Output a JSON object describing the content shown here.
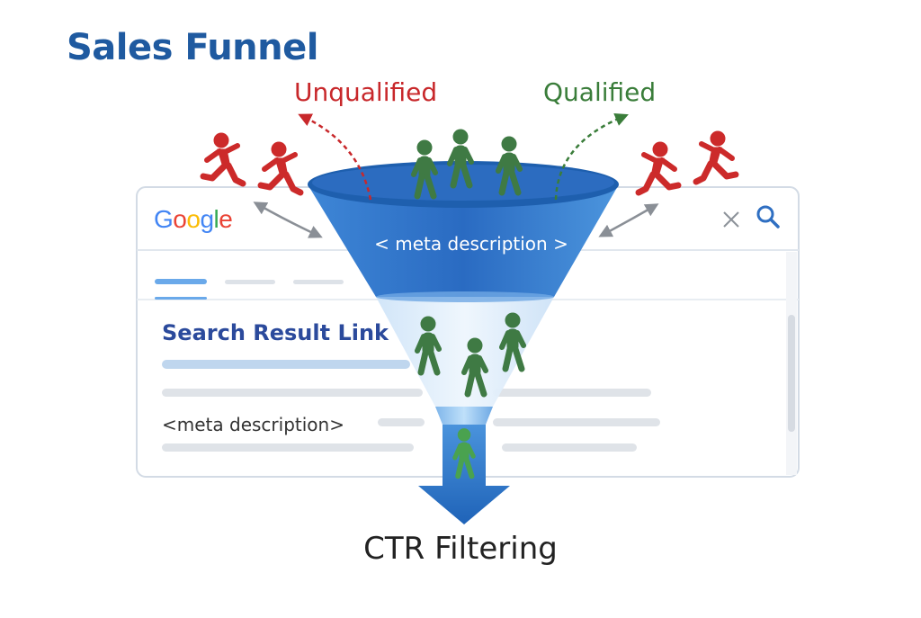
{
  "title": "Sales Funnel",
  "labels": {
    "unqualified": "Unqualified",
    "qualified": "Qualified",
    "ctr": "CTR Filtering"
  },
  "browser": {
    "logo": [
      "G",
      "o",
      "o",
      "g",
      "l",
      "e"
    ],
    "logo_colors": [
      "#4285F4",
      "#EA4335",
      "#FBBC05",
      "#4285F4",
      "#34A853",
      "#EA4335"
    ],
    "search_result_link": "Search Result Link",
    "meta_description": "<meta description>"
  },
  "funnel": {
    "meta_description": "< meta description >"
  },
  "colors": {
    "title": "#1f5aa0",
    "unqualified": "#c8282b",
    "qualified": "#3a7d3a",
    "funnel_blue": "#2f74c8",
    "figure_green": "#3f7a44",
    "figure_red": "#cc2a2a"
  }
}
